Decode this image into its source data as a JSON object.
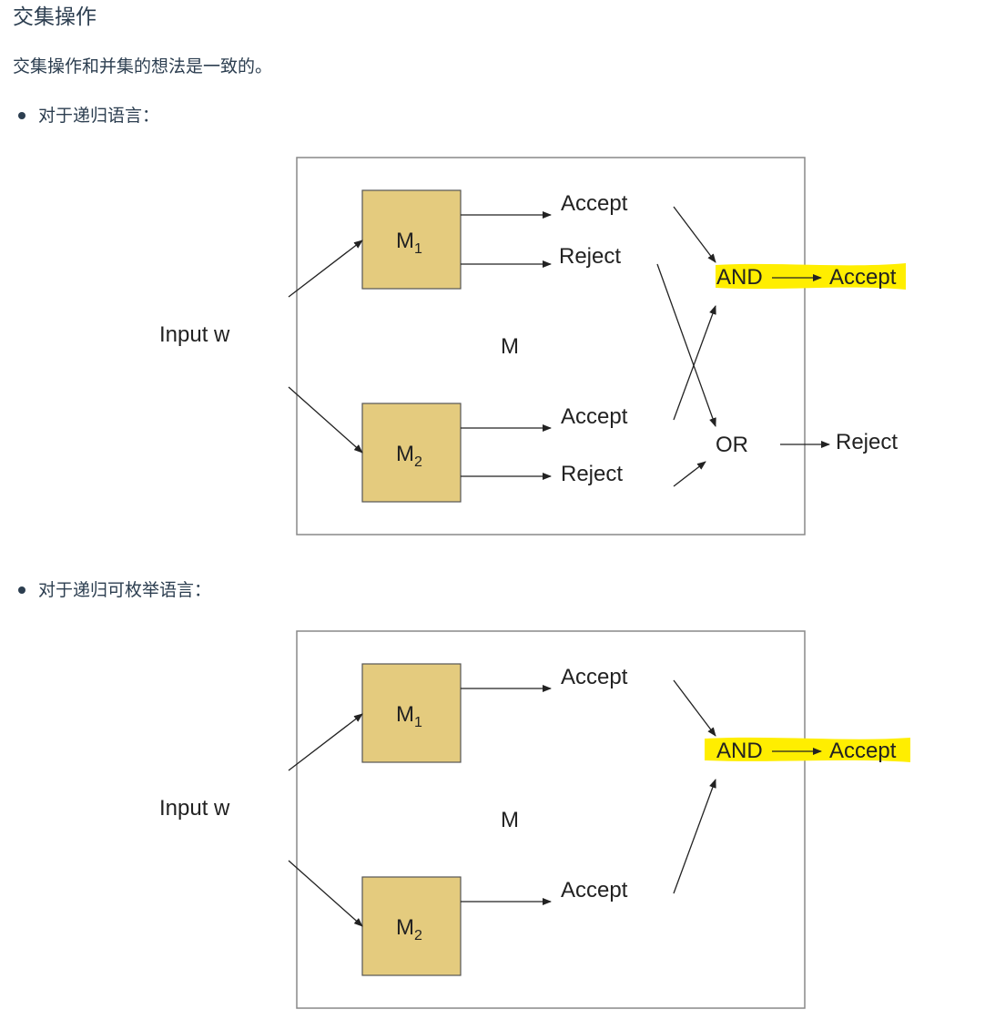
{
  "section": {
    "heading": "交集操作",
    "intro": "交集操作和并集的想法是一致的。"
  },
  "bullets": [
    {
      "label": "对于递归语言："
    },
    {
      "label": "对于递归可枚举语言："
    }
  ],
  "colors": {
    "machine_fill": "#e4cb7e",
    "machine_stroke": "#555555",
    "frame_stroke": "#888888",
    "highlight": "#ffee00",
    "text": "#2c3e50"
  },
  "diagrams": [
    {
      "input_label": "Input w",
      "machine_label": "M",
      "m1": {
        "base": "M",
        "sub": "1"
      },
      "m2": {
        "base": "M",
        "sub": "2"
      },
      "m1_accept": "Accept",
      "m1_reject": "Reject",
      "m2_accept": "Accept",
      "m2_reject": "Reject",
      "and_label": "AND",
      "and_output": "Accept",
      "or_label": "OR",
      "or_output": "Reject"
    },
    {
      "input_label": "Input w",
      "machine_label": "M",
      "m1": {
        "base": "M",
        "sub": "1"
      },
      "m2": {
        "base": "M",
        "sub": "2"
      },
      "m1_accept": "Accept",
      "m2_accept": "Accept",
      "and_label": "AND",
      "and_output": "Accept"
    }
  ]
}
